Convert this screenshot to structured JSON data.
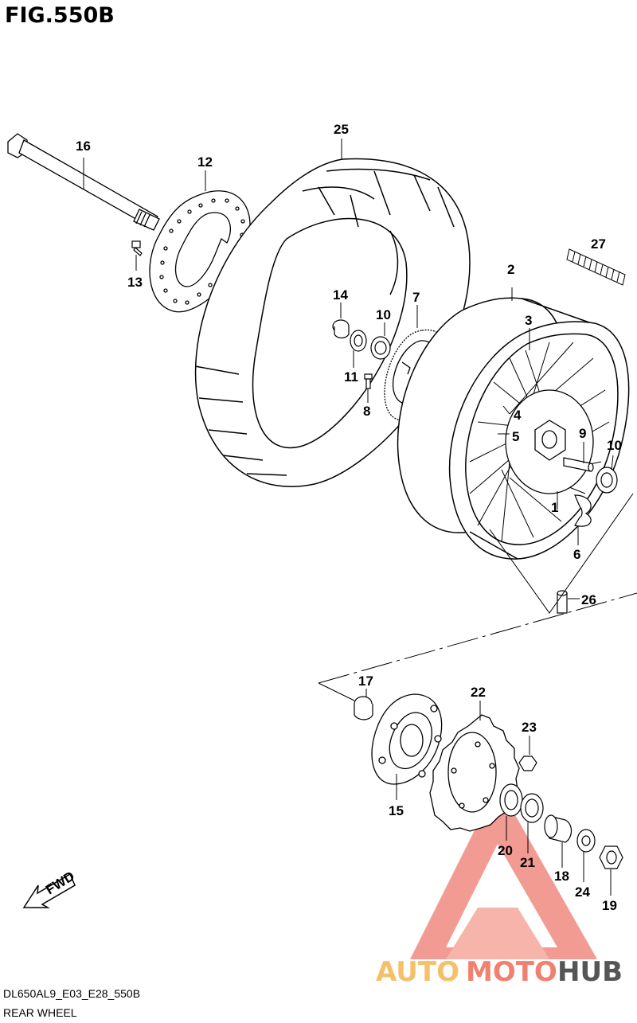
{
  "figure": {
    "title": "FIG.550B",
    "code": "DL650AL9_E03_E28_550B",
    "caption": "REAR WHEEL"
  },
  "callouts": [
    {
      "id": "c16",
      "text": "16"
    },
    {
      "id": "c12",
      "text": "12"
    },
    {
      "id": "c13",
      "text": "13"
    },
    {
      "id": "c25",
      "text": "25"
    },
    {
      "id": "c27",
      "text": "27"
    },
    {
      "id": "c2",
      "text": "2"
    },
    {
      "id": "c14",
      "text": "14"
    },
    {
      "id": "c10a",
      "text": "10"
    },
    {
      "id": "c7",
      "text": "7"
    },
    {
      "id": "c3",
      "text": "3"
    },
    {
      "id": "c11",
      "text": "11"
    },
    {
      "id": "c8",
      "text": "8"
    },
    {
      "id": "c4",
      "text": "4"
    },
    {
      "id": "c5",
      "text": "5"
    },
    {
      "id": "c9",
      "text": "9"
    },
    {
      "id": "c10b",
      "text": "10"
    },
    {
      "id": "c1",
      "text": "1"
    },
    {
      "id": "c6",
      "text": "6"
    },
    {
      "id": "c26",
      "text": "26"
    },
    {
      "id": "c17",
      "text": "17"
    },
    {
      "id": "c22",
      "text": "22"
    },
    {
      "id": "c23",
      "text": "23"
    },
    {
      "id": "c15",
      "text": "15"
    },
    {
      "id": "c20",
      "text": "20"
    },
    {
      "id": "c21",
      "text": "21"
    },
    {
      "id": "c18",
      "text": "18"
    },
    {
      "id": "c24",
      "text": "24"
    },
    {
      "id": "c19",
      "text": "19"
    }
  ],
  "fwd_label": "FWD",
  "watermark": {
    "part1": "AUTO",
    "part2": "MOTO",
    "part3": "HUB",
    "color_primary": "#f08070",
    "color_secondary": "#f5c06a",
    "color_dark": "#555555"
  }
}
